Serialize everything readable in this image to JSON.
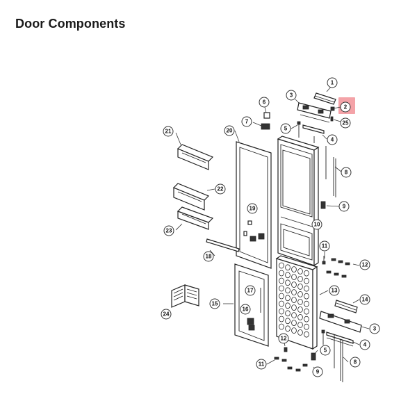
{
  "page": {
    "title": "Door Components"
  },
  "highlight": {
    "part": "2",
    "color": "#f4a3a8"
  },
  "callouts": [
    "1",
    "2",
    "3",
    "4",
    "5",
    "6",
    "7",
    "8",
    "9",
    "10",
    "11",
    "12",
    "13",
    "14",
    "15",
    "16",
    "17",
    "18",
    "19",
    "20",
    "21",
    "22",
    "23",
    "24",
    "25"
  ]
}
